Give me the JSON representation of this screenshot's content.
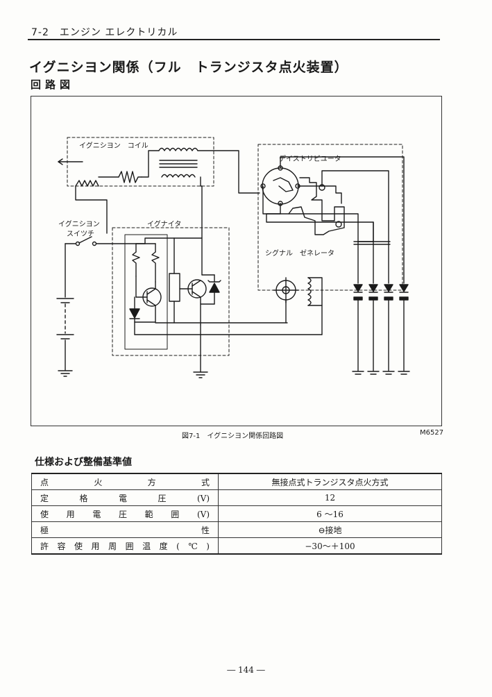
{
  "header": {
    "running_title": "7-2　エンジン エレクトリカル"
  },
  "section": {
    "title": "イグニシヨン関係（フル　トランジスタ点火装置）",
    "subtitle": "回路図"
  },
  "figure": {
    "labels": {
      "ignition_coil": "イグニシヨン　コイル",
      "distributor": "デイストリビユータ",
      "igniter": "イグナイタ",
      "ignition_switch_line1": "イグニシヨン",
      "ignition_switch_line2": "スイツチ",
      "signal_generator": "シグナル　ゼネレータ"
    },
    "caption": "図7-1　イグニシヨン関係回路図",
    "code": "M6527"
  },
  "spec": {
    "heading": "仕様および整備基準値",
    "rows": [
      {
        "label": "点火方式",
        "value": "無接点式トランジスタ点火方式"
      },
      {
        "label": "定格電圧(V)",
        "value": "12"
      },
      {
        "label": "使用電圧範囲(V)",
        "value": "6 ～16"
      },
      {
        "label": "極性",
        "value": "⊖接地"
      },
      {
        "label": "許容使用周囲温度(℃)",
        "value": "−30～＋100"
      }
    ]
  },
  "footer": {
    "page_number": "― 144 ―"
  }
}
